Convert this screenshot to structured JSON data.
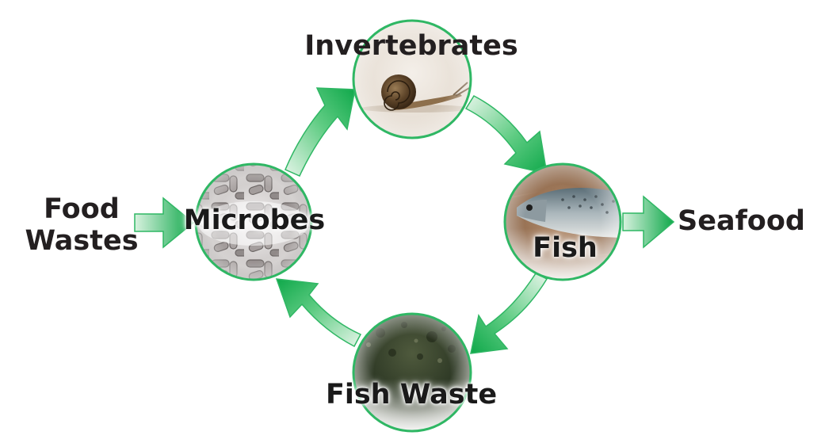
{
  "diagram": {
    "nodes": {
      "invertebrates": "Invertebrates",
      "fish": "Fish",
      "fish_waste": "Fish Waste",
      "microbes": "Microbes"
    },
    "inputs": {
      "food_wastes_line1": "Food",
      "food_wastes_line2": "Wastes"
    },
    "outputs": {
      "seafood": "Seafood"
    },
    "colors": {
      "arrow_dark": "#0fa84a",
      "arrow_light": "#d8f2df",
      "ring": "#2fb764",
      "text": "#231f20"
    }
  }
}
